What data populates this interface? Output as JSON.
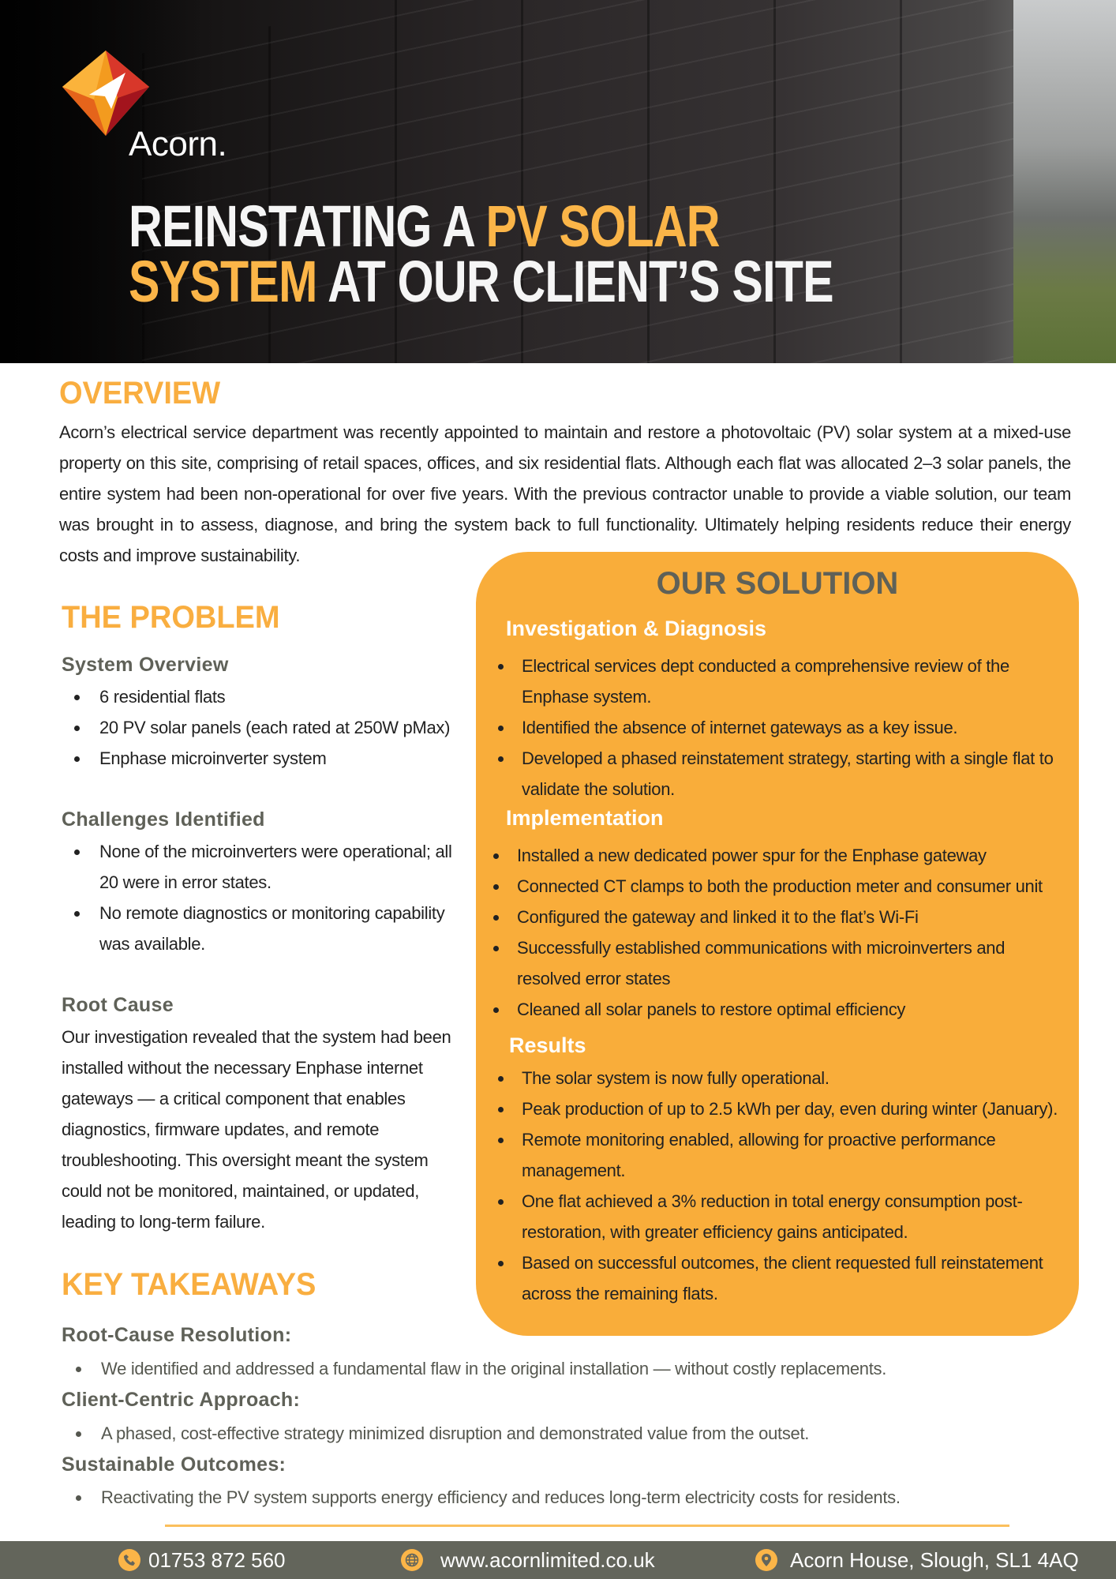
{
  "brand": {
    "name": "Acorn."
  },
  "title": {
    "line1_white": "REINSTATING A ",
    "line1_accent": "PV SOLAR",
    "line2_accent": "SYSTEM",
    "line2_white": " AT OUR CLIENT’S SITE"
  },
  "overview": {
    "heading": "OVERVIEW",
    "text": "Acorn’s electrical service department was recently appointed to maintain and restore a photovoltaic (PV) solar system at a mixed-use property on this site, comprising of retail spaces, offices, and six residential flats. Although each flat was allocated 2–3 solar panels, the entire system had been non-operational for over five years. With the previous contractor unable to provide a viable solution, our team was brought in to assess, diagnose, and bring the system back to full functionality. Ultimately helping residents reduce their energy costs and improve sustainability."
  },
  "problem": {
    "heading": "THE PROBLEM",
    "system_overview": {
      "heading": "System Overview",
      "items": [
        "6 residential flats",
        "20 PV solar panels (each rated at 250W pMax)",
        "Enphase microinverter system"
      ]
    },
    "challenges": {
      "heading": "Challenges Identified",
      "items": [
        "None of the microinverters were operational; all 20 were in error states.",
        "No remote diagnostics or monitoring capability was available."
      ]
    },
    "root_cause": {
      "heading": "Root Cause",
      "text": "Our investigation revealed that the system had been installed without the necessary Enphase internet gateways — a critical component that enables diagnostics, firmware updates, and remote troubleshooting. This oversight meant the system could not be monitored, maintained, or updated, leading to long-term failure."
    }
  },
  "solution": {
    "heading": "OUR SOLUTION",
    "investigation": {
      "heading": "Investigation & Diagnosis",
      "items": [
        "Electrical services dept conducted a comprehensive review of the Enphase system.",
        "Identified the absence of internet gateways as a key issue.",
        "Developed a phased reinstatement strategy, starting with a single flat to validate the solution."
      ]
    },
    "implementation": {
      "heading": "Implementation",
      "items": [
        "Installed a new dedicated power spur for the Enphase gateway",
        "Connected CT clamps to both the production meter and consumer unit",
        "Configured the gateway and linked it to the flat’s Wi-Fi",
        "Successfully established communications with microinverters and resolved error states",
        "Cleaned all solar panels to restore optimal efficiency"
      ]
    },
    "results": {
      "heading": "Results",
      "items": [
        "The solar system is now fully operational.",
        "Peak production of up to 2.5 kWh per day, even during winter (January).",
        "Remote monitoring enabled, allowing for proactive performance management.",
        "One flat achieved a 3% reduction in total energy consumption post-restoration, with greater efficiency gains anticipated.",
        "Based on successful outcomes, the client requested full reinstatement across the remaining flats."
      ]
    }
  },
  "takeaways": {
    "heading": "KEY TAKEAWAYS",
    "items": [
      {
        "heading": "Root-Cause Resolution:",
        "text": "We identified and addressed a fundamental flaw in the original installation — without costly replacements."
      },
      {
        "heading": "Client-Centric Approach:",
        "text": "A phased, cost-effective strategy minimized disruption and demonstrated value from the outset."
      },
      {
        "heading": "Sustainable Outcomes:",
        "text": "Reactivating the PV system supports energy efficiency and reduces long-term electricity costs for residents."
      }
    ]
  },
  "footer": {
    "phone": "01753 872 560",
    "website": "www.acornlimited.co.uk",
    "address": "Acorn House, Slough, SL1 4AQ"
  },
  "colors": {
    "accent": "#f9ad3a",
    "heading_grey": "#5f6158",
    "footer_bg": "#63655b"
  }
}
